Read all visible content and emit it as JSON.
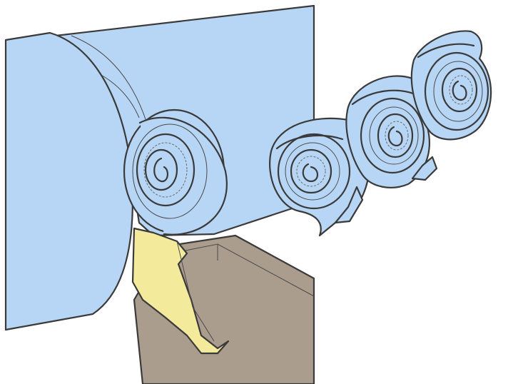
{
  "diagram": {
    "caption": "",
    "parts": [
      {
        "name": "rotating-workpiece",
        "color": "#b7d6f5"
      },
      {
        "name": "workpiece-end-face",
        "color": "#b7d6f5"
      },
      {
        "name": "cutting-tool-holder",
        "color": "#ab9d8e"
      },
      {
        "name": "cutting-insert",
        "color": "#f3ea9c"
      },
      {
        "name": "spiral-chips",
        "count": 4,
        "color": "#b7d6f5"
      }
    ],
    "colors": {
      "outline": "#3a3a3a",
      "workpiece": "#b7d6f5",
      "holder": "#ab9d8e",
      "insert": "#f3ea9c",
      "background": "#ffffff"
    }
  }
}
